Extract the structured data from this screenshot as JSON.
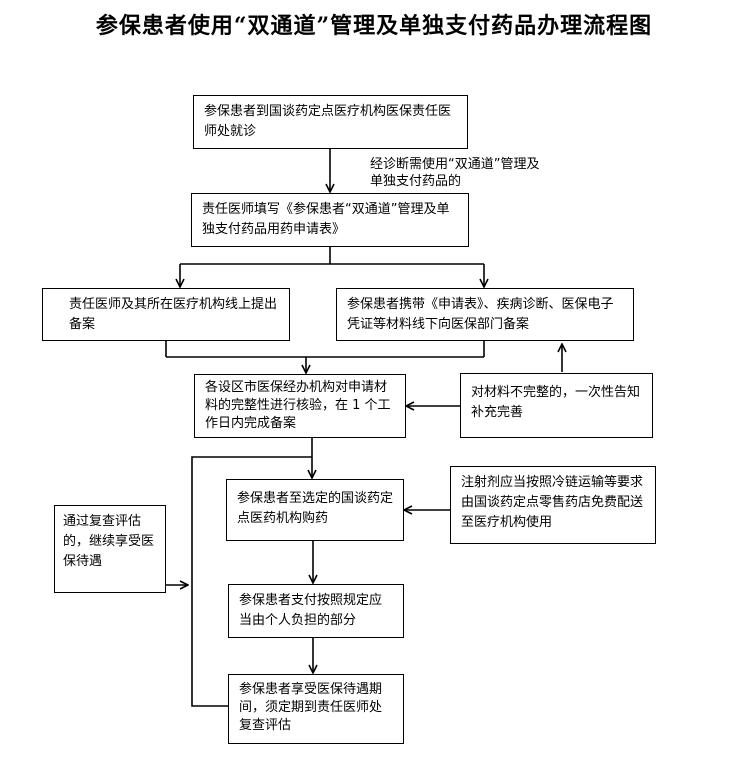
{
  "title": "参保患者使用“双通道”管理及单独支付药品办理流程图",
  "boxes": {
    "visit": "参保患者到国谈药定点医疗机构医保责任医师处就诊",
    "fill_form": "责任医师填写《参保患者“双通道”管理及单独支付药品用药申请表》",
    "online_filing": "责任医师及其所在医疗机构线上提出备案",
    "offline_filing": "参保患者携带《申请表》、疾病诊断、医保电子凭证等材料线下向医保部门备案",
    "verify": "各设区市医保经办机构对申请材料的完整性进行核验，在 1 个工作日内完成备案",
    "incomplete": "对材料不完整的，一次性告知补充完善",
    "purchase": "参保患者至选定的国谈药定点医药机构购药",
    "cold_chain": "注射剂应当按照冷链运输等要求由国谈药定点零售药店免费配送至医疗机构使用",
    "pay": "参保患者支付按照规定应当由个人负担的部分",
    "enjoy": "参保患者享受医保待遇期间，须定期到责任医师处复查评估",
    "reassess": "通过复查评估的，继续享受医保待遇"
  },
  "notes": {
    "diagnosis": "经诊断需使用“双通道”管理及单独支付药品的"
  }
}
